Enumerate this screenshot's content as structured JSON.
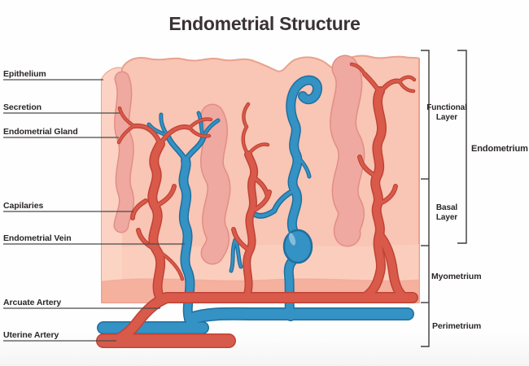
{
  "title": "Endometrial Structure",
  "left_labels": [
    {
      "text": "Epithelium"
    },
    {
      "text": "Secretion"
    },
    {
      "text": "Endometrial Gland"
    },
    {
      "text": "Capilaries"
    },
    {
      "text": "Endometrial Vein"
    },
    {
      "text": "Arcuate Artery"
    },
    {
      "text": "Uterine Artery"
    }
  ],
  "right_labels": [
    {
      "text": "Functional Layer"
    },
    {
      "text": "Basal Layer"
    },
    {
      "text": "Endometrium"
    },
    {
      "text": "Myometrium"
    },
    {
      "text": "Perimetrium"
    }
  ],
  "colors": {
    "title_text": "#3a3235",
    "text": "#2b2627",
    "leader_line": "#4a4a4a",
    "bracket": "#3f3b3c",
    "tissue": "#f9c5b4",
    "tissue_light": "#fbd2c3",
    "myometrium_band": "#f5b09e",
    "gland": "#efa9a0",
    "gland_outline": "#e18e85",
    "artery": "#d95a4a",
    "artery_dark": "#bf4335",
    "vein": "#3492c4",
    "vein_dark": "#1f6f9e"
  }
}
